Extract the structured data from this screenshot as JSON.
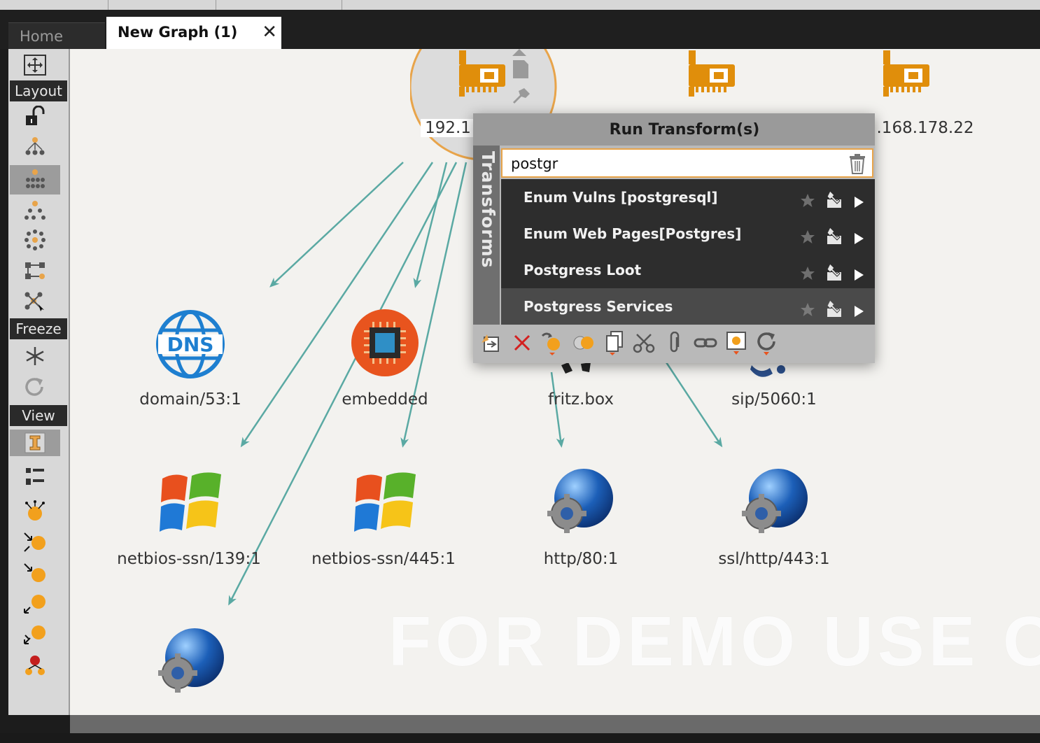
{
  "tabs": {
    "home_label": "Home",
    "active_label": "New Graph (1)",
    "close_glyph": "✕"
  },
  "sidebar": {
    "layout_label": "Layout",
    "freeze_label": "Freeze",
    "view_label": "View"
  },
  "graph": {
    "top_nodes": [
      {
        "label": "192.1",
        "icon": "network-card-icon"
      },
      {
        "label": "",
        "icon": "network-card-icon"
      },
      {
        "label": ".168.178.22",
        "icon": "network-card-icon"
      }
    ],
    "row1": [
      {
        "label": "domain/53:1",
        "icon": "dns-globe-icon"
      },
      {
        "label": "embedded",
        "icon": "chip-icon"
      },
      {
        "label": "fritz.box",
        "icon": "device-icon"
      },
      {
        "label": "sip/5060:1",
        "icon": "phone-icon"
      }
    ],
    "row2": [
      {
        "label": "netbios-ssn/139:1",
        "icon": "windows-logo-icon"
      },
      {
        "label": "netbios-ssn/445:1",
        "icon": "windows-logo-icon"
      },
      {
        "label": "http/80:1",
        "icon": "globe-gear-icon"
      },
      {
        "label": "ssl/http/443:1",
        "icon": "globe-gear-icon"
      }
    ],
    "row3": [
      {
        "label": "",
        "icon": "globe-gear-icon"
      }
    ],
    "watermark": "FOR DEMO USE ONLY",
    "edge_color": "#5aa9a3",
    "accent_color": "#e8a44a"
  },
  "popup": {
    "title": "Run Transform(s)",
    "side_label": "Transforms",
    "search_value": "postgr",
    "items": [
      {
        "label": "Enum Vulns [postgresql]"
      },
      {
        "label": "Enum Web Pages[Postgres]"
      },
      {
        "label": "Postgress Loot"
      },
      {
        "label": "Postgress Services"
      }
    ]
  }
}
